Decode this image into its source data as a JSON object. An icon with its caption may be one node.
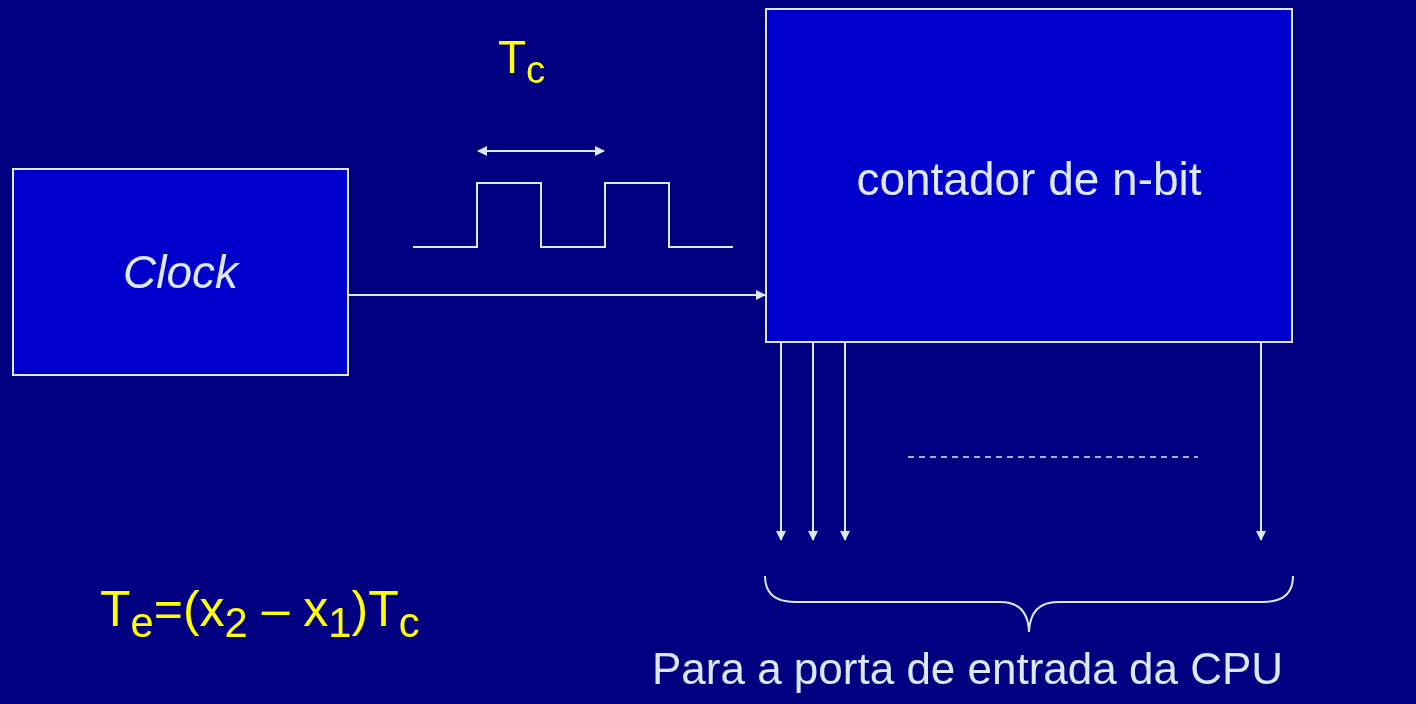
{
  "diagram": {
    "nodes": [
      {
        "text": [
          "Clock"
        ]
      },
      {
        "text": [
          "contador de n-bit"
        ]
      }
    ],
    "edges": [
      {
        "from": 0,
        "to": 1,
        "arrow": "to"
      },
      {
        "from": 1,
        "to": null,
        "arrow": "to"
      },
      {
        "from": 1,
        "to": null,
        "arrow": "to"
      },
      {
        "from": 1,
        "to": null,
        "arrow": "to"
      },
      {
        "from": 1,
        "to": null,
        "arrow": "to"
      }
    ],
    "labels": [
      "T$_{c}$",
      "T$_{e}$=(x$_{2}$ – x$_{1}$)T$_{c}$",
      "Para a porta de entrada da CPU"
    ]
  }
}
